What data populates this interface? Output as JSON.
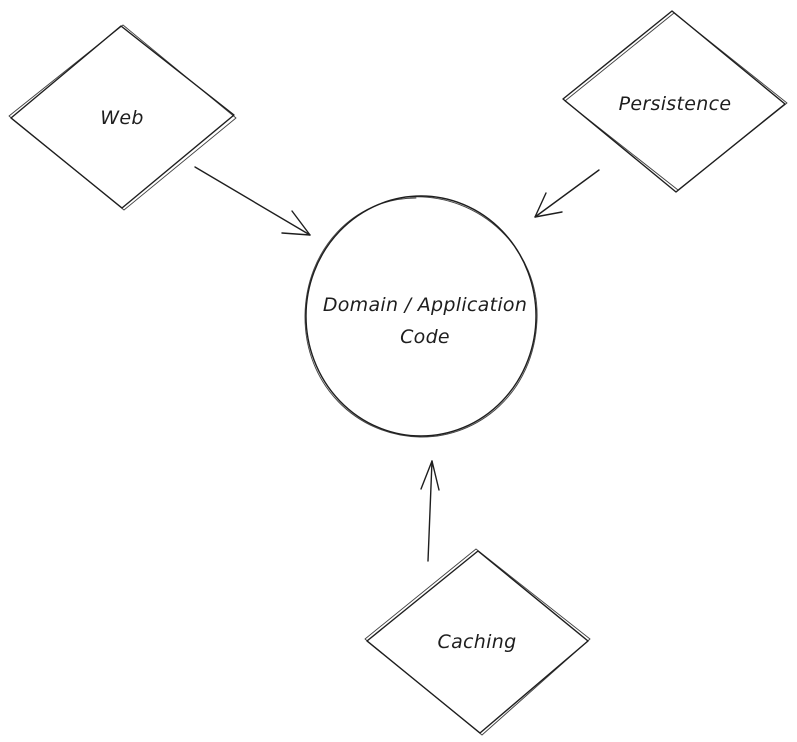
{
  "diagram": {
    "nodes": {
      "web": {
        "label": "Web",
        "shape": "diamond"
      },
      "persistence": {
        "label": "Persistence",
        "shape": "diamond"
      },
      "caching": {
        "label": "Caching",
        "shape": "diamond"
      },
      "domain": {
        "label_line1": "Domain / Application",
        "label_line2": "Code",
        "shape": "circle"
      }
    },
    "edges": [
      {
        "from": "web",
        "to": "domain"
      },
      {
        "from": "persistence",
        "to": "domain"
      },
      {
        "from": "caching",
        "to": "domain"
      }
    ],
    "colors": {
      "stroke": "#1e1e1e",
      "background": "#ffffff"
    }
  }
}
